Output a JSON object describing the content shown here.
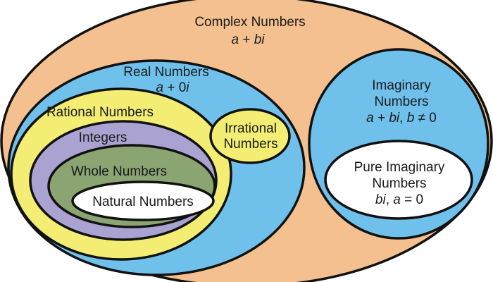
{
  "colors": {
    "complex": "#f4c08f",
    "real": "#6fc1ec",
    "rational": "#f3ee73",
    "integers": "#aaa3d2",
    "whole": "#8aa472",
    "natural": "#ffffff",
    "irrational": "#f3ee73",
    "imaginary": "#6fc1ec",
    "pure_imaginary": "#ffffff",
    "outline": "#111111"
  },
  "sets": {
    "complex": {
      "name": "Complex Numbers",
      "form_a": "a",
      "form_op": " + ",
      "form_b": "bi"
    },
    "real": {
      "name": "Real Numbers",
      "form_a": "a",
      "form_op": " + 0",
      "form_i": "i"
    },
    "rational": {
      "name": "Rational Numbers"
    },
    "integers": {
      "name": "Integers"
    },
    "whole": {
      "name": "Whole Numbers"
    },
    "natural": {
      "name": "Natural Numbers"
    },
    "irrational": {
      "line1": "Irrational",
      "line2": "Numbers"
    },
    "imaginary": {
      "line1": "Imaginary",
      "line2": "Numbers",
      "f1": "a",
      "f2": " + ",
      "f3": "bi",
      "f4": ", ",
      "f5": "b",
      "f6": " ≠ 0"
    },
    "pure_imaginary": {
      "line1": "Pure Imaginary",
      "line2": "Numbers",
      "f1": "bi",
      "f2": ", ",
      "f3": "a",
      "f4": " = 0"
    }
  }
}
